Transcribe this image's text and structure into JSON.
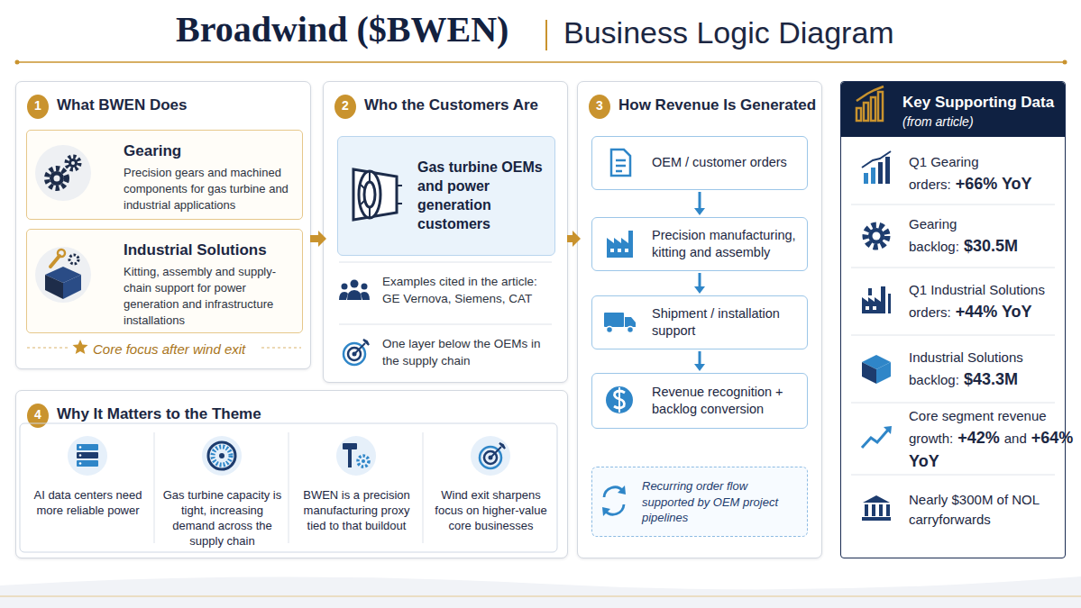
{
  "diagram": {
    "title": "Broadwind ($BWEN)",
    "nodes": [
      {
        "text": [
          "What BWEN Does",
          "Core focus after wind exit"
        ]
      },
      {
        "text": [
          "1"
        ],
        "in": 0
      },
      {
        "text": [
          "Gearing",
          "Precision gears and machined components for gas turbine and industrial applications"
        ],
        "in": 0
      },
      {
        "text": [
          "Industrial Solutions",
          "Kitting, assembly and supply-chain support for power generation and infrastructure installations"
        ],
        "in": 0
      },
      {
        "text": [
          "Who the Customers Are",
          "Examples cited in the article: GE Vernova, Siemens, CAT",
          "One layer below the OEMs in the supply chain"
        ]
      },
      {
        "text": [
          "2"
        ],
        "in": 4
      },
      {
        "text": [
          "Gas turbine OEMs and power generation customers"
        ],
        "in": 4
      },
      {
        "text": [
          "How Revenue Is Generated"
        ]
      },
      {
        "text": [
          "3"
        ],
        "in": 7
      },
      {
        "text": [
          "OEM / customer orders"
        ],
        "in": 7
      },
      {
        "text": [
          "Precision manufacturing, kitting and assembly"
        ],
        "in": 7
      },
      {
        "text": [
          "Shipment / installation support"
        ],
        "in": 7
      },
      {
        "text": [
          "Revenue recognition + backlog conversion"
        ],
        "in": 7
      },
      {
        "text": [
          "Recurring order flow supported by OEM project pipelines"
        ],
        "in": 7
      },
      {
        "text": [
          "Why It Matters to the Theme"
        ]
      },
      {
        "text": [
          "4"
        ],
        "in": 14
      },
      {
        "text": [
          "AI data centers need more reliable power"
        ],
        "in": 14
      },
      {
        "text": [
          "Gas turbine capacity is tight, increasing demand across the supply chain"
        ],
        "in": 14
      },
      {
        "text": [
          "BWEN is a precision manufacturing proxy tied to that buildout"
        ],
        "in": 14
      },
      {
        "text": [
          "Wind exit sharpens focus on higher-value core businesses"
        ],
        "in": 14
      },
      {
        "text": [
          "Key Supporting Data",
          "(from article)"
        ]
      },
      {
        "text": [
          "Q1 Gearing orders:",
          "+66% YoY"
        ],
        "in": 20
      },
      {
        "text": [
          "Gearing backlog:",
          "$30.5M"
        ],
        "in": 20
      },
      {
        "text": [
          "Q1 Industrial Solutions orders:",
          "+44% YoY"
        ],
        "in": 20
      },
      {
        "text": [
          "Industrial Solutions backlog:",
          "$43.3M"
        ],
        "in": 20
      },
      {
        "text": [
          "Core segment revenue growth:",
          "+42%",
          "and",
          "+64% YoY"
        ],
        "in": 20
      },
      {
        "text": [
          "Nearly $300M of NOL carryforwards"
        ],
        "in": 20
      }
    ],
    "edges": [
      {
        "from": 0,
        "to": 4,
        "arrow": "to"
      },
      {
        "from": 4,
        "to": 7,
        "arrow": "to"
      },
      {
        "from": 9,
        "to": 10,
        "arrow": "to"
      },
      {
        "from": 10,
        "to": 11,
        "arrow": "to"
      },
      {
        "from": 11,
        "to": 12,
        "arrow": "to"
      }
    ],
    "labels": [
      "Business Logic Diagram"
    ]
  }
}
